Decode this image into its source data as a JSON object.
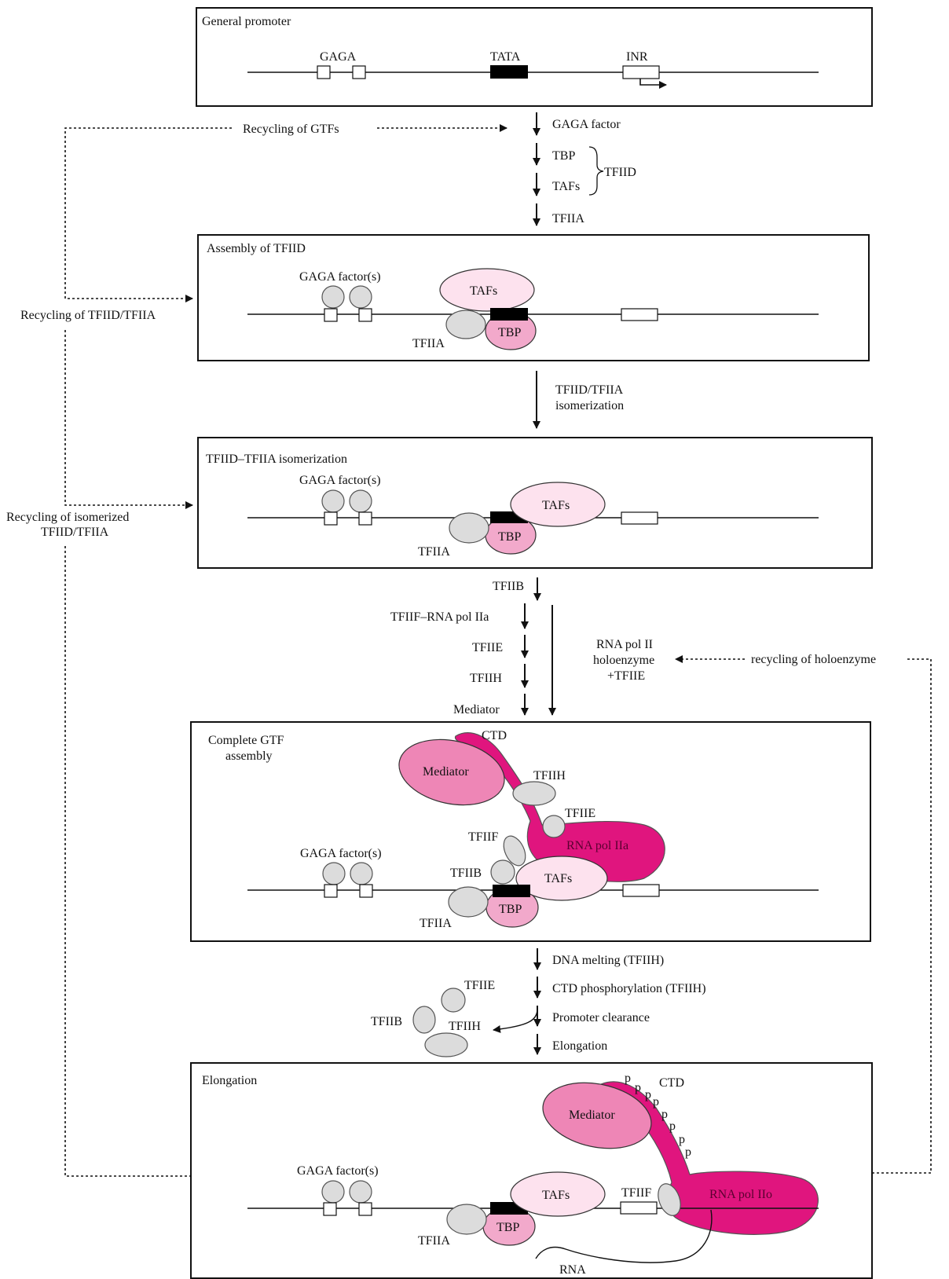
{
  "colors": {
    "gtf_grey": "#dcdcdc",
    "taf_pink": "#fde2ee",
    "tbp_pink": "#f2a9cb",
    "mediator_pink": "#ee86b6",
    "pol_magenta": "#e0157e"
  },
  "panels": {
    "p1": {
      "title": "General promoter",
      "gaga": "GAGA",
      "tata": "TATA",
      "inr": "INR"
    },
    "p2": {
      "title": "Assembly of TFIID",
      "gaga_factors": "GAGA factor(s)",
      "tafs": "TAFs",
      "tbp": "TBP",
      "tfiia": "TFIIA"
    },
    "p3": {
      "title": "TFIID–TFIIA isomerization",
      "gaga_factors": "GAGA factor(s)",
      "tafs": "TAFs",
      "tbp": "TBP",
      "tfiia": "TFIIA"
    },
    "p4": {
      "title_line1": "Complete GTF",
      "title_line2": "assembly",
      "ctd": "CTD",
      "mediator": "Mediator",
      "tfiih": "TFIIH",
      "tfiie": "TFIIE",
      "tfiif": "TFIIF",
      "pol": "RNA pol IIa",
      "gaga_factors": "GAGA factor(s)",
      "tfiib": "TFIIB",
      "tafs": "TAFs",
      "tbp": "TBP",
      "tfiia": "TFIIA"
    },
    "p5": {
      "title": "Elongation",
      "ctd": "CTD",
      "phospho": "p",
      "mediator": "Mediator",
      "gaga_factors": "GAGA factor(s)",
      "tafs": "TAFs",
      "tfiif": "TFIIF",
      "pol": "RNA pol IIo",
      "tbp": "TBP",
      "tfiia": "TFIIA",
      "rna": "RNA"
    }
  },
  "steps": {
    "s1": {
      "gaga_factor": "GAGA factor",
      "tbp": "TBP",
      "tafs": "TAFs",
      "tfiid": "TFIID",
      "tfiia": "TFIIA"
    },
    "s2": {
      "line1": "TFIID/TFIIA",
      "line2": "isomerization"
    },
    "s3": {
      "tfiib": "TFIIB",
      "tfiif_pol": "TFIIF–RNA pol IIa",
      "tfiie": "TFIIE",
      "tfiih": "TFIIH",
      "mediator": "Mediator",
      "holo1": "RNA pol II",
      "holo2": "holoenzyme",
      "holo3": "+TFIIE"
    },
    "s4": {
      "melting": "DNA melting (TFIIH)",
      "ctd_phos": "CTD phosphorylation (TFIIH)",
      "clearance": "Promoter clearance",
      "elongation": "Elongation",
      "tfiie": "TFIIE",
      "tfiib": "TFIIB",
      "tfiih": "TFIIH"
    }
  },
  "recycling": {
    "gtfs": "Recycling of GTFs",
    "tfiid_tfiia": "Recycling of TFIID/TFIIA",
    "isomerized_line1": "Recycling of isomerized",
    "isomerized_line2": "TFIID/TFIIA",
    "holoenzyme": "recycling of holoenzyme"
  }
}
